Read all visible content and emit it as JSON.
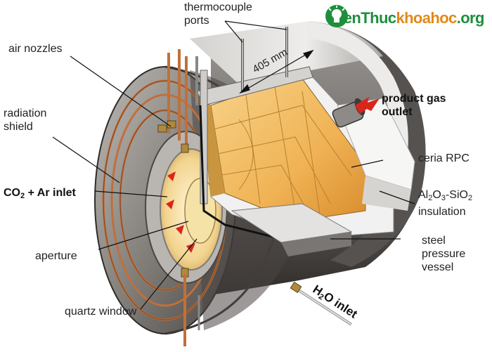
{
  "watermark": {
    "brand": "KienThuc",
    "brand_accent": "khoahoc",
    "suffix": ".org"
  },
  "labels": {
    "thermocouple": [
      "thermocouple",
      "ports"
    ],
    "air_nozzles": "air nozzles",
    "radiation_shield": [
      "radiation",
      "shield"
    ],
    "co2_inlet": {
      "pre": "CO",
      "sub": "2",
      "post": " + Ar inlet"
    },
    "aperture": "aperture",
    "quartz_window": "quartz window",
    "dimension": "405 mm",
    "product_gas": [
      "product gas",
      "outlet"
    ],
    "ceria": "ceria RPC",
    "insulation": {
      "line1": [
        [
          "Al",
          "2"
        ],
        [
          "O",
          "3"
        ],
        [
          "-SiO",
          "2"
        ]
      ],
      "line2": "insulation"
    },
    "steel": [
      "steel",
      "pressure",
      "vessel"
    ],
    "h2o": {
      "pre": "H",
      "sub": "2",
      "post": "O inlet"
    }
  },
  "colors": {
    "ceria": "#f2b65a",
    "steel_dark": "#3d3a38",
    "steel_mid": "#8a8785",
    "insulation": "#f1f1f1",
    "copper": "#c0703a",
    "arrow_red": "#d9261c",
    "watermark_green": "#1d8f3c",
    "watermark_orange": "#e08a1a"
  }
}
